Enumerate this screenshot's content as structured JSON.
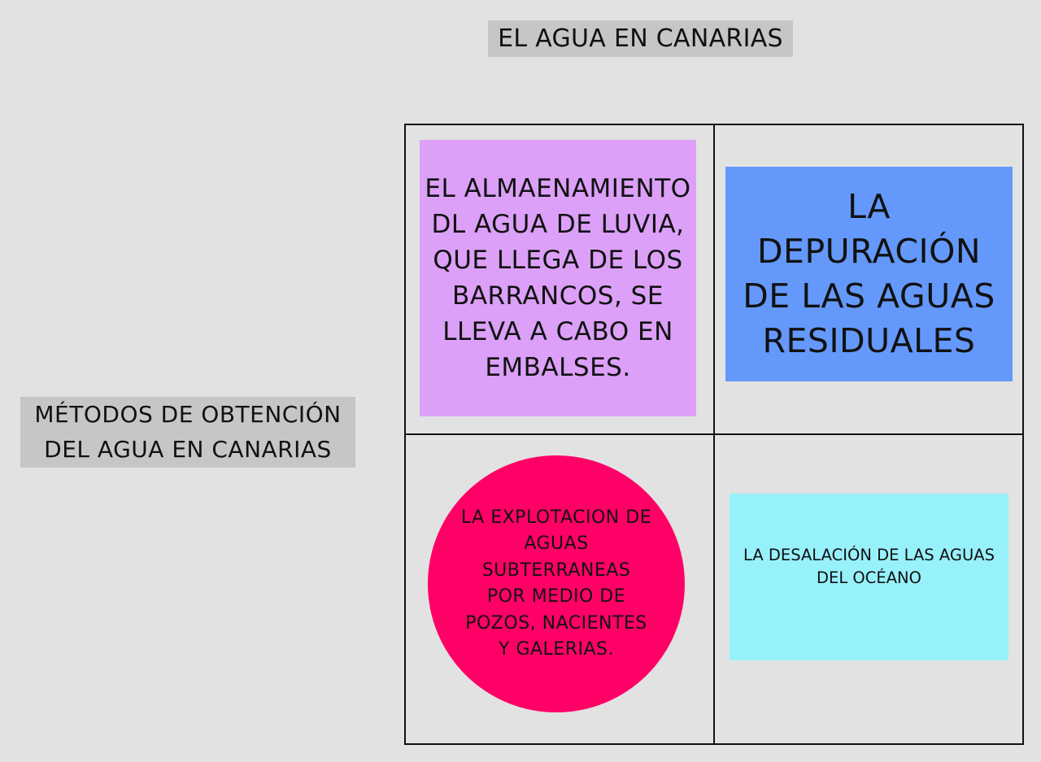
{
  "title": "EL AGUA EN CANARIAS",
  "side_label": "MÉTODOS DE OBTENCIÓN DEL AGUA EN CANARIAS",
  "cells": {
    "storage": "EL ALMAENAMIENTO DL AGUA DE LUVIA, QUE LLEGA DE LOS BARRANCOS, SE LLEVA A CABO EN EMBALSES.",
    "purification": "LA DEPURACIÓN DE LAS AGUAS RESIDUALES",
    "groundwater": "LA EXPLOTACION DE AGUAS SUBTERRANEAS POR MEDIO DE POZOS, NACIENTES Y GALERIAS.",
    "desalination": "LA DESALACIÓN DE LAS AGUAS DEL OCÉANO"
  },
  "colors": {
    "background": "#e2e2e2",
    "label_box": "#c6c6c6",
    "storage": "#dca0f8",
    "purification": "#6499fb",
    "groundwater": "#ff0066",
    "desalination": "#97f1fb"
  }
}
